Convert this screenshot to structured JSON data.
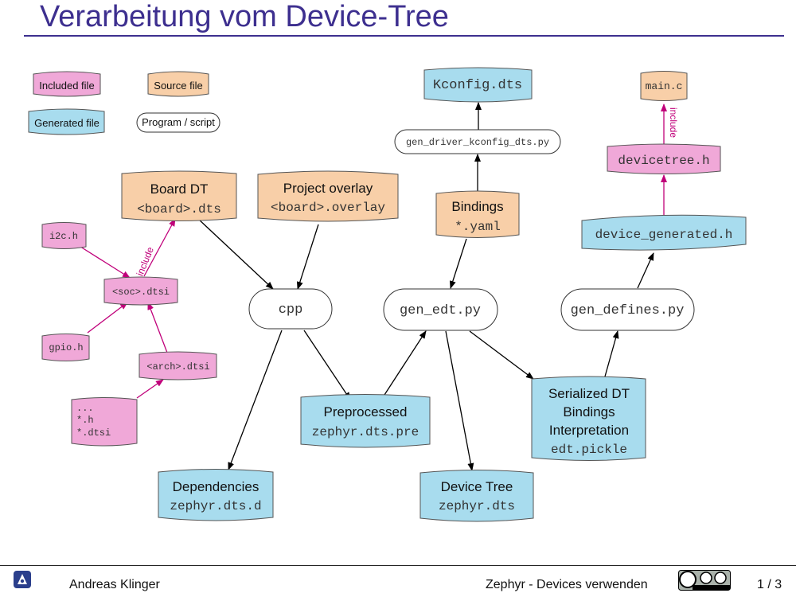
{
  "slide": {
    "title": "Verarbeitung vom Device-Tree",
    "footer_author": "Andreas Klinger",
    "footer_talk": "Zephyr - Devices verwenden",
    "page": "1 / 3"
  },
  "legend": {
    "included": "Included file",
    "source": "Source file",
    "generated": "Generated file",
    "program": "Program / script"
  },
  "nodes": {
    "kconfig_dts": "Kconfig.dts",
    "gen_driver": "gen_driver_kconfig_dts.py",
    "main_c": "main.c",
    "devicetree_h": "devicetree.h",
    "device_generated_h": "device_generated.h",
    "board_dt_title": "Board DT",
    "board_dt_file": "<board>.dts",
    "project_overlay_title": "Project overlay",
    "project_overlay_file": "<board>.overlay",
    "bindings_title": "Bindings",
    "bindings_file": "*.yaml",
    "i2c_h": "i2c.h",
    "soc_dtsi": "<soc>.dtsi",
    "gpio_h": "gpio.h",
    "arch_dtsi": "<arch>.dtsi",
    "misc_1": "...",
    "misc_2": "*.h",
    "misc_3": "*.dtsi",
    "cpp": "cpp",
    "gen_edt": "gen_edt.py",
    "gen_defines": "gen_defines.py",
    "preprocessed_title": "Preprocessed",
    "preprocessed_file": "zephyr.dts.pre",
    "serialized_1": "Serialized DT",
    "serialized_2": "Bindings",
    "serialized_3": "Interpretation",
    "serialized_file": "edt.pickle",
    "dependencies_title": "Dependencies",
    "dependencies_file": "zephyr.dts.d",
    "devtree_title": "Device Tree",
    "devtree_file": "zephyr.dts"
  },
  "edge_labels": {
    "include_left": "include",
    "include_right": "include"
  },
  "colors": {
    "title": "#3d2f8f",
    "included": "#f0a8d8",
    "source": "#f8cfa8",
    "generated": "#a8dcee",
    "include_arrow": "#c0007a"
  }
}
